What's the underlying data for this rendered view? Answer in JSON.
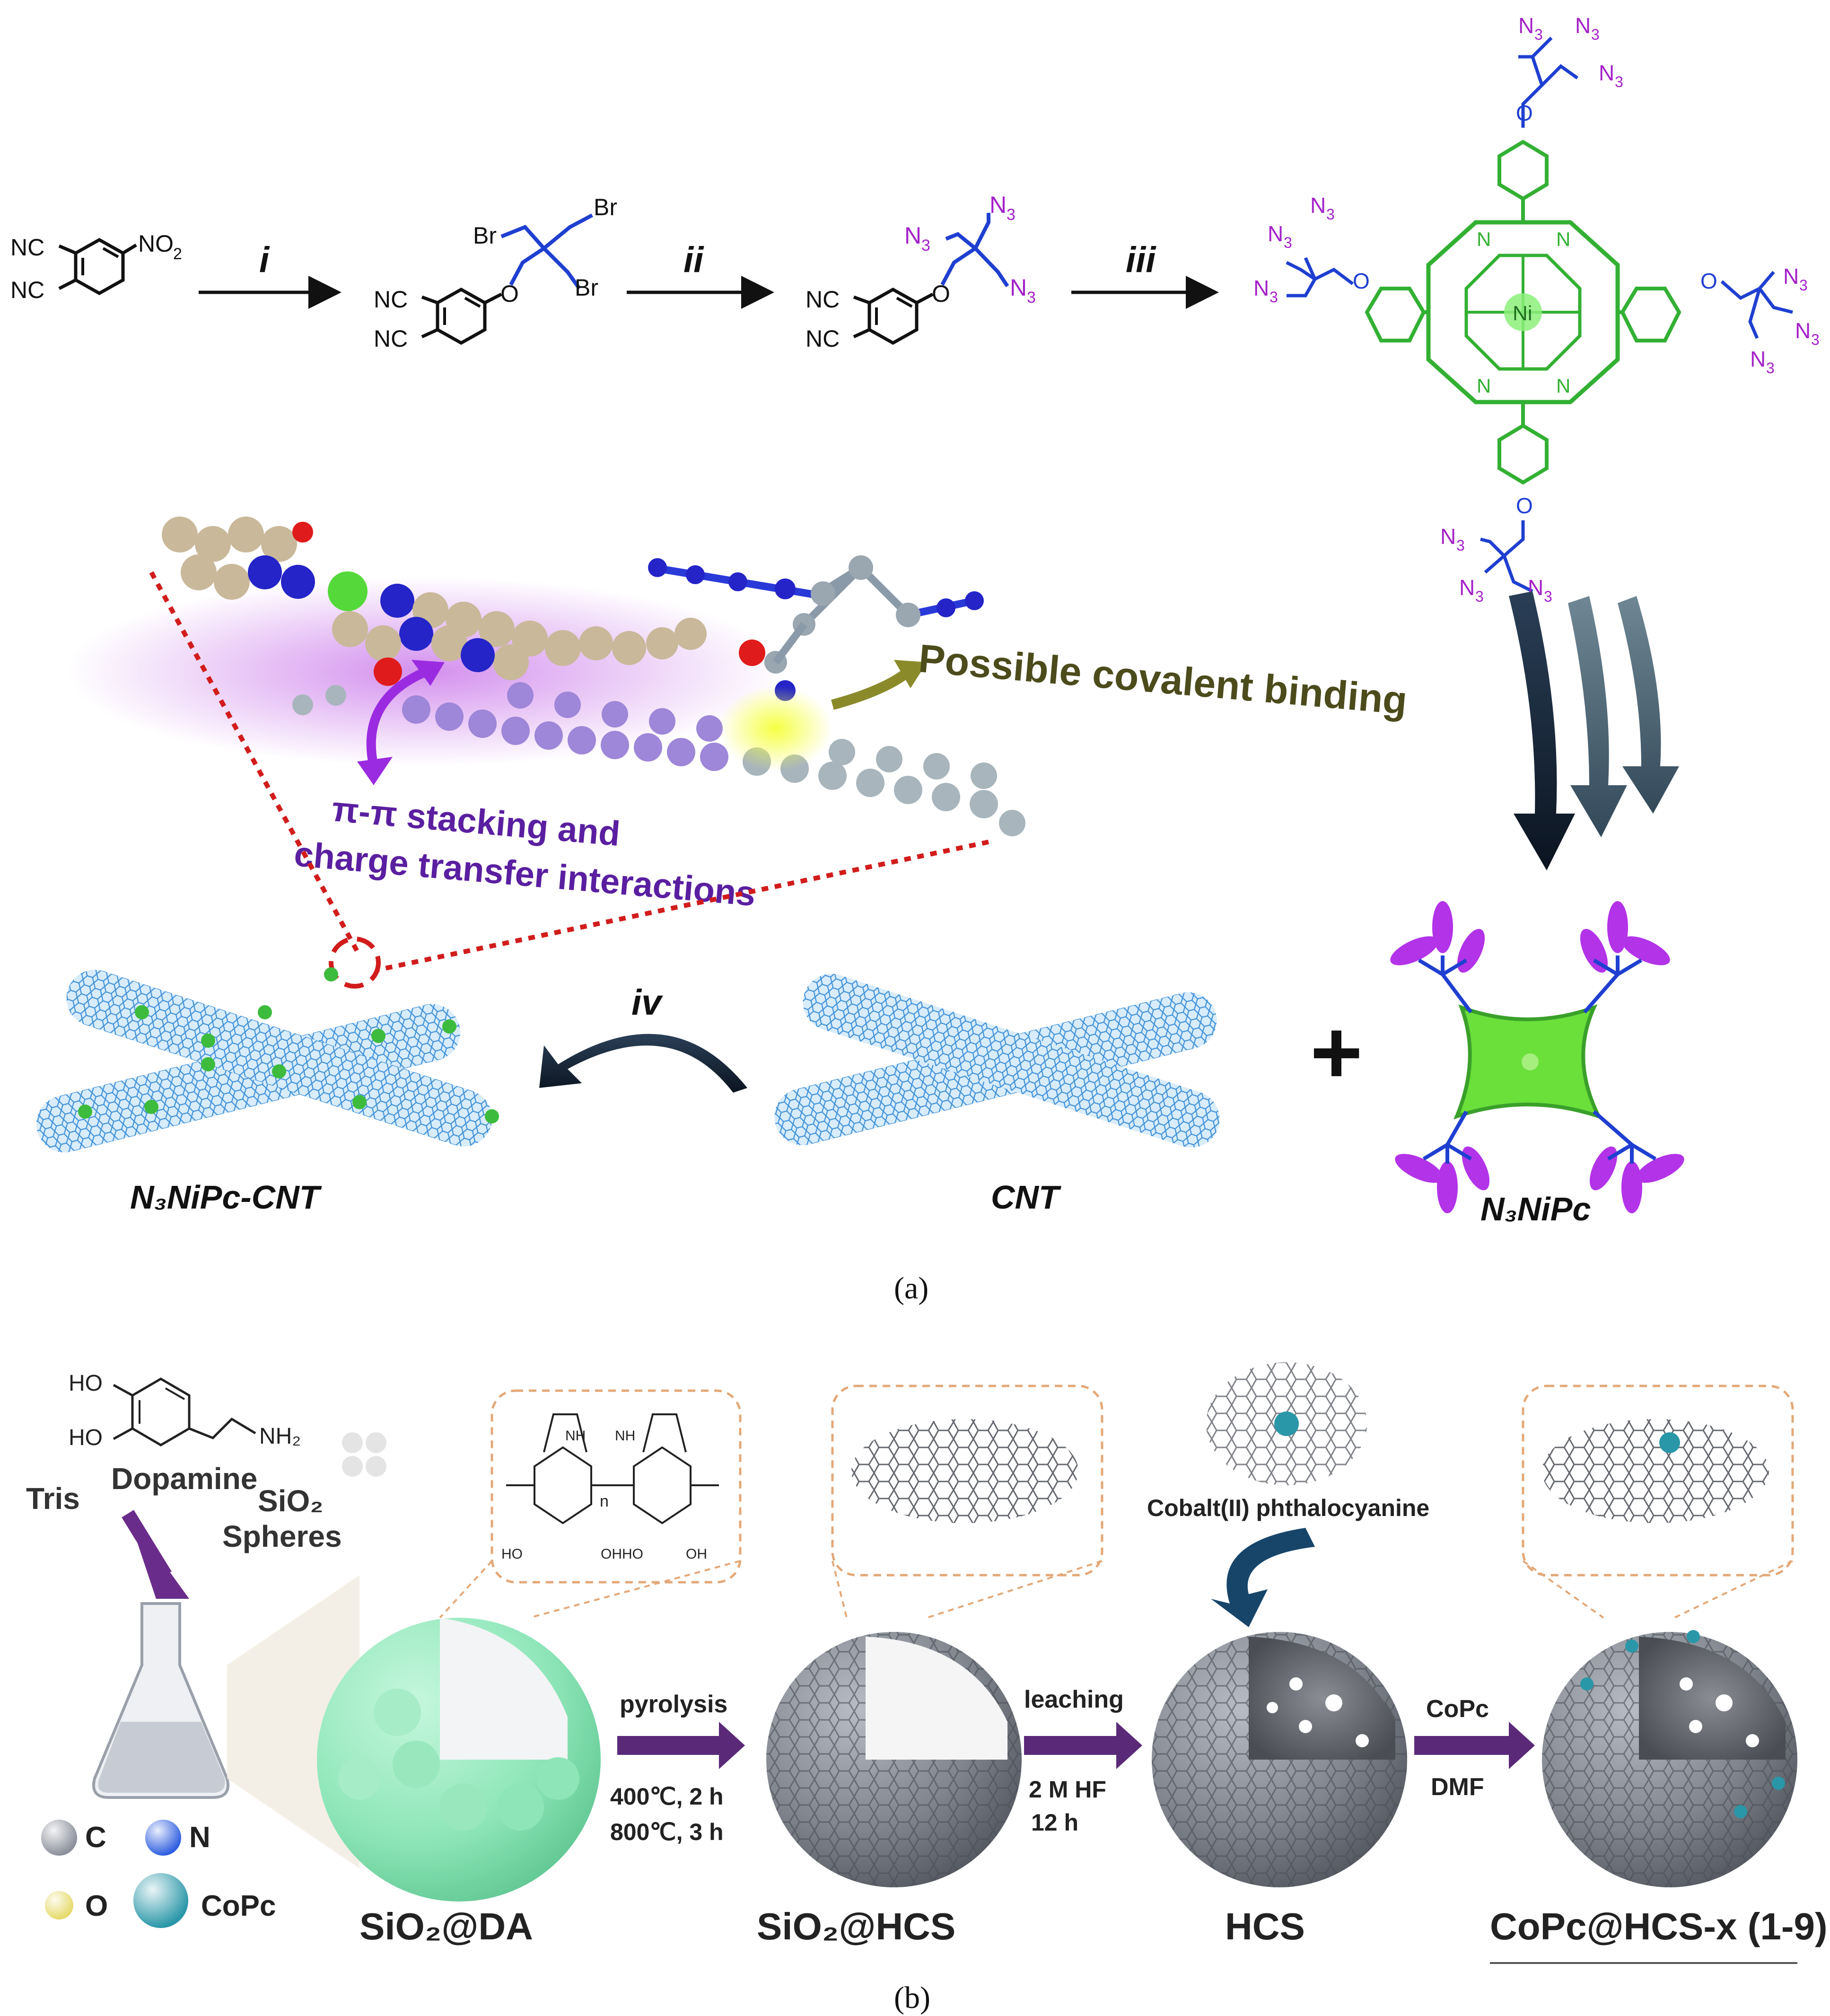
{
  "panel_a": {
    "caption": "(a)",
    "steps": {
      "i": "i",
      "ii": "ii",
      "iii": "iii",
      "iv": "iv"
    },
    "chem": {
      "nc": "NC",
      "no2": "NO",
      "no2_sub": "2",
      "br": "Br",
      "o": "O",
      "n": "N",
      "n3": "N",
      "n3_sub": "3",
      "ni": "Ni"
    },
    "annotations": {
      "covalent": "Possible covalent binding",
      "stacking_line1": "π-π stacking and",
      "stacking_line2": "charge transfer interactions"
    },
    "labels": {
      "product": "N₃NiPc-CNT",
      "cnt": "CNT",
      "n3nipc": "N₃NiPc"
    },
    "plus": "+"
  },
  "panel_b": {
    "caption": "(b)",
    "reagents": {
      "ho1": "HO",
      "ho2": "HO",
      "nh2": "NH₂",
      "dopamine": "Dopamine",
      "tris": "Tris",
      "sio2_line1": "SiO₂",
      "sio2_line2": "Spheres",
      "cobalt": "Cobalt(II) phthalocyanine"
    },
    "polymer": {
      "nh": "NH",
      "n_index": "n",
      "ho": "HO",
      "oh": "OH",
      "ohho": "OHHO"
    },
    "legend": [
      {
        "label": "C",
        "color": "#8a8f9a"
      },
      {
        "label": "N",
        "color": "#2f5ee0"
      },
      {
        "label": "O",
        "color": "#e6da6a"
      },
      {
        "label": "CoPc",
        "color": "#2a97a8"
      }
    ],
    "arrows": [
      {
        "top": "pyrolysis",
        "bottom1": "400℃, 2 h",
        "bottom2": "800℃, 3 h"
      },
      {
        "top": "leaching",
        "bottom1": "2 M HF",
        "bottom2": "12 h"
      },
      {
        "top": "CoPc",
        "bottom1": "DMF",
        "bottom2": ""
      }
    ],
    "spheres": [
      "SiO₂@DA",
      "SiO₂@HCS",
      "HCS",
      "CoPc@HCS-x (1-9)"
    ]
  },
  "colors": {
    "blue_chain": "#1f3fd0",
    "purple_azide": "#a321c8",
    "green_pc": "#33b033",
    "cnt_blue": "#5fa8e8",
    "navy_arrow": "#0d1b2e",
    "annotation_olive": "#4b4b1c",
    "annotation_purple": "#5a1fa0",
    "sphere_green": "#8ee6b8",
    "sphere_gray": "#7b7f88",
    "arrow_purple": "#5a2a78"
  }
}
